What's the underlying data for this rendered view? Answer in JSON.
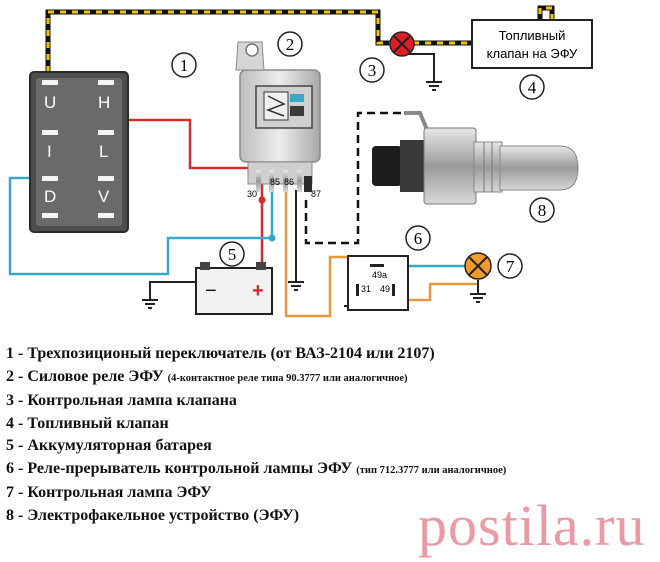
{
  "callouts": [
    "1",
    "2",
    "3",
    "4",
    "5",
    "6",
    "7",
    "8"
  ],
  "fuel_valve_box": {
    "line1": "Топливный",
    "line2": "клапан на ЭФУ"
  },
  "switch_letters": [
    "U",
    "H",
    "I",
    "L",
    "D",
    "V"
  ],
  "relay_terminals": [
    "30",
    "85",
    "86",
    "87"
  ],
  "interrupter_terminals": [
    "49a",
    "31",
    "49"
  ],
  "battery": {
    "minus": "−",
    "plus": "+"
  },
  "legend": [
    {
      "num": "1",
      "text": "Трехпозиционый переключатель (от ВАЗ-2104 или 2107)",
      "note": ""
    },
    {
      "num": "2",
      "text": "Силовое реле ЭФУ",
      "note": "(4-контактное реле типа 90.3777 или аналогичное)"
    },
    {
      "num": "3",
      "text": "Контрольная лампа клапана",
      "note": ""
    },
    {
      "num": "4",
      "text": "Топливный клапан",
      "note": ""
    },
    {
      "num": "5",
      "text": "Аккумуляторная батарея",
      "note": ""
    },
    {
      "num": "6",
      "text": "Реле-прерыватель контрольной лампы ЭФУ",
      "note": "(тип 712.3777 или аналогичное)"
    },
    {
      "num": "7",
      "text": "Контрольная лампа ЭФУ",
      "note": ""
    },
    {
      "num": "8",
      "text": "Электрофакельное устройство (ЭФУ)",
      "note": ""
    }
  ],
  "watermark": "postila.ru",
  "colors": {
    "wire_red": "#d42b2b",
    "wire_blue": "#3aa7c8",
    "wire_orange": "#e8963a",
    "wire_yellow": "#f2c500",
    "lamp_red": "#e21b23",
    "lamp_orange": "#f39a2c",
    "switch_body": "#5c5c5c"
  }
}
